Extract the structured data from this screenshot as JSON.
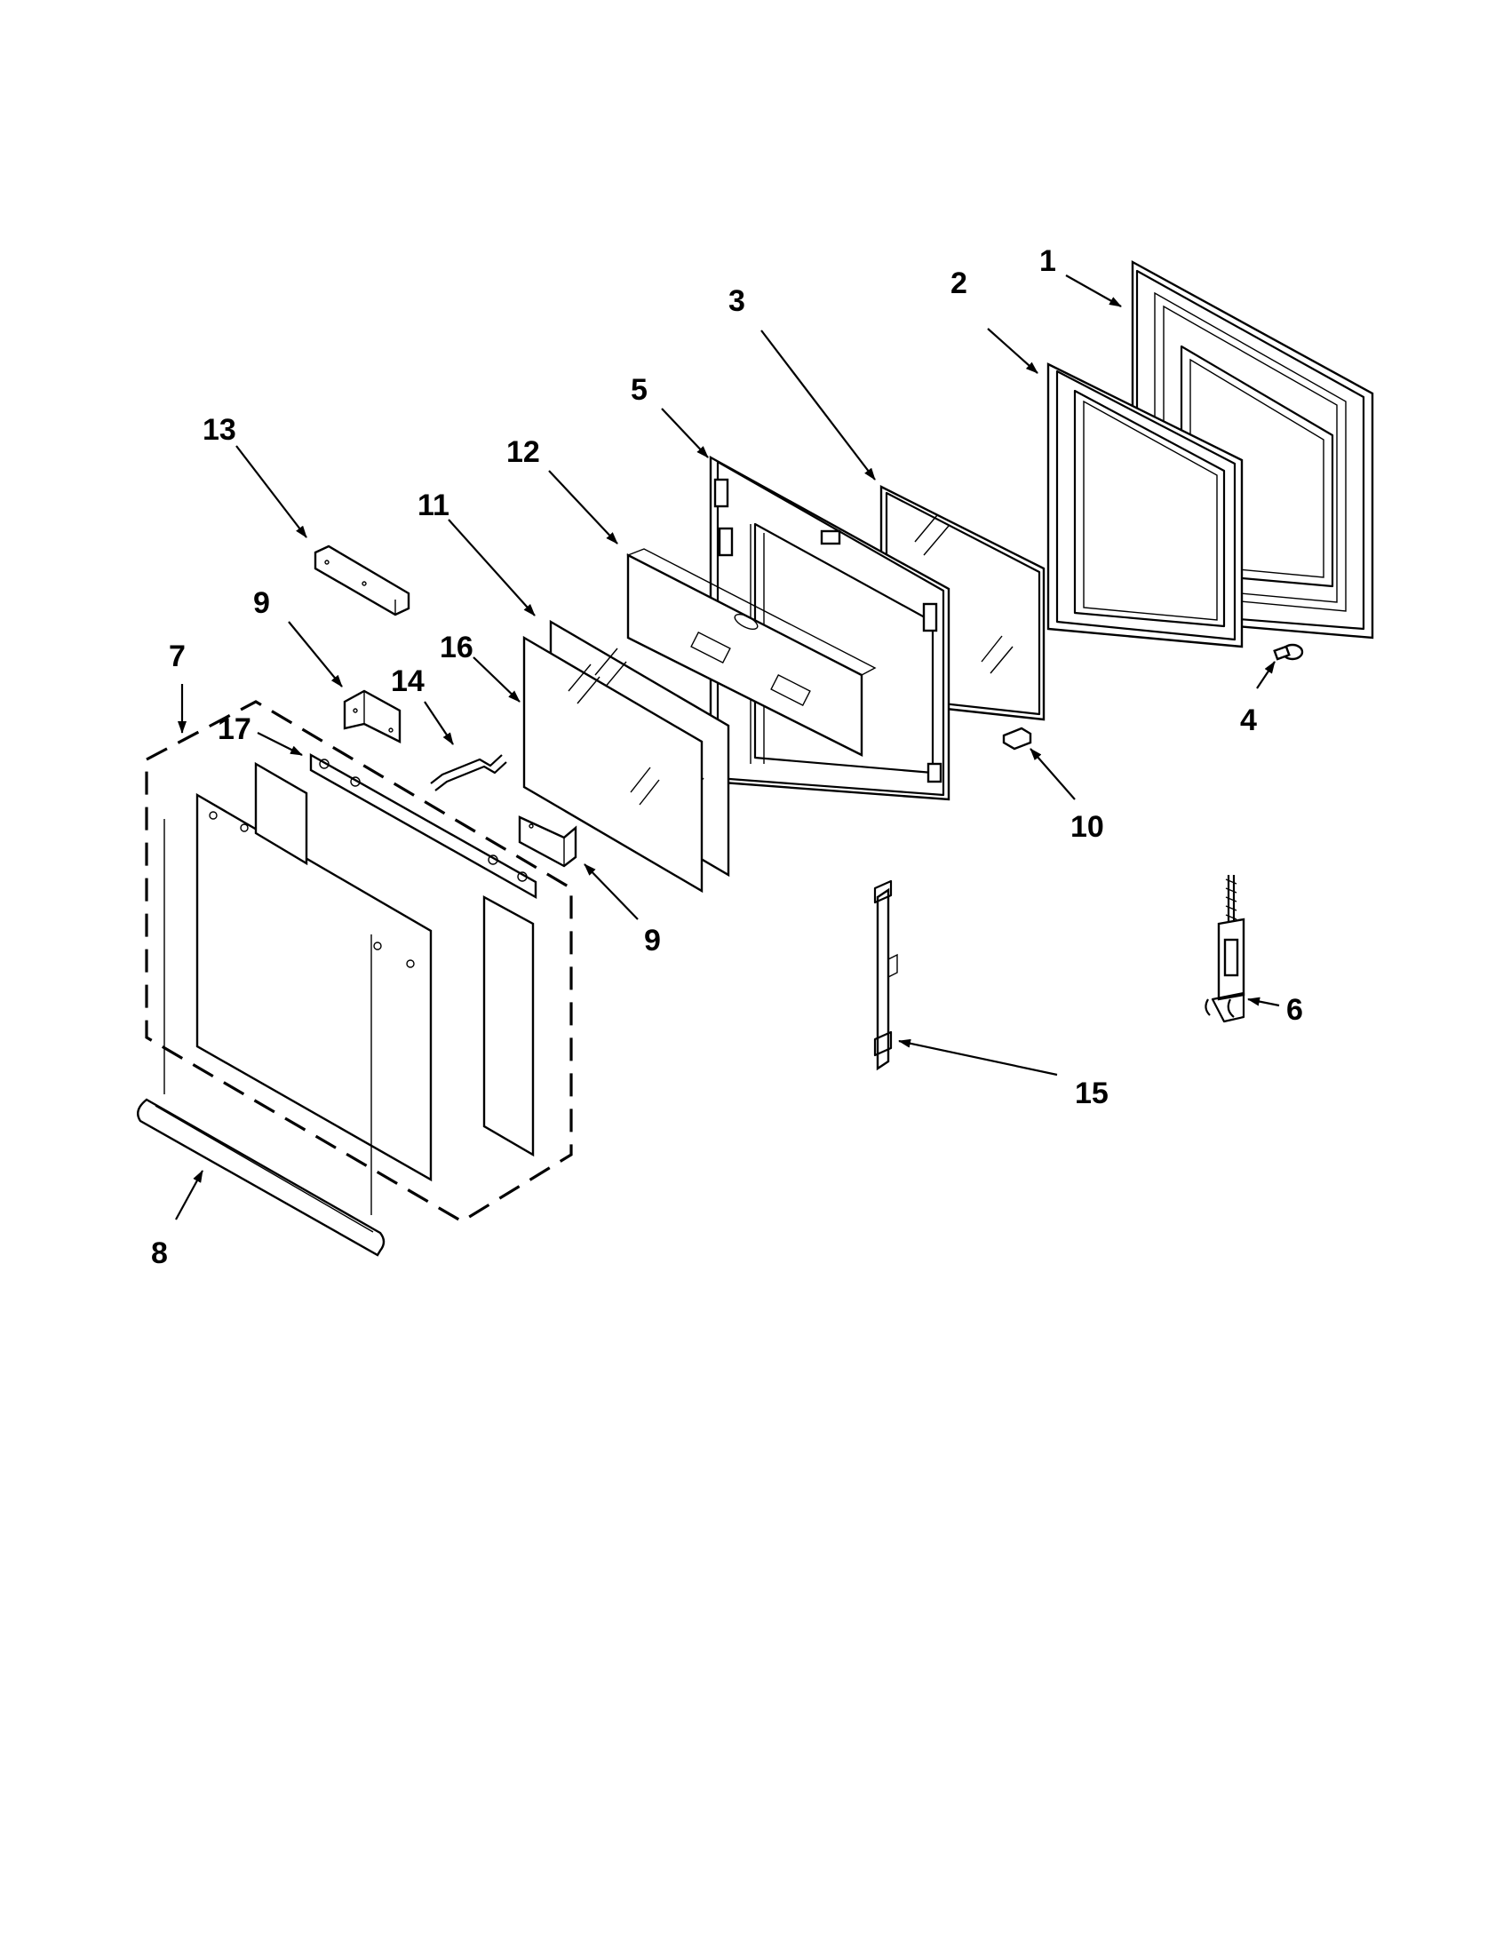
{
  "colors": {
    "ink": "#000000",
    "paper": "#ffffff"
  },
  "callouts": {
    "c1": "1",
    "c2": "2",
    "c3": "3",
    "c4": "4",
    "c5": "5",
    "c6": "6",
    "c7": "7",
    "c8": "8",
    "c9a": "9",
    "c9b": "9",
    "c10": "10",
    "c11": "11",
    "c12": "12",
    "c13": "13",
    "c14": "14",
    "c15": "15",
    "c16": "16",
    "c17": "17"
  }
}
